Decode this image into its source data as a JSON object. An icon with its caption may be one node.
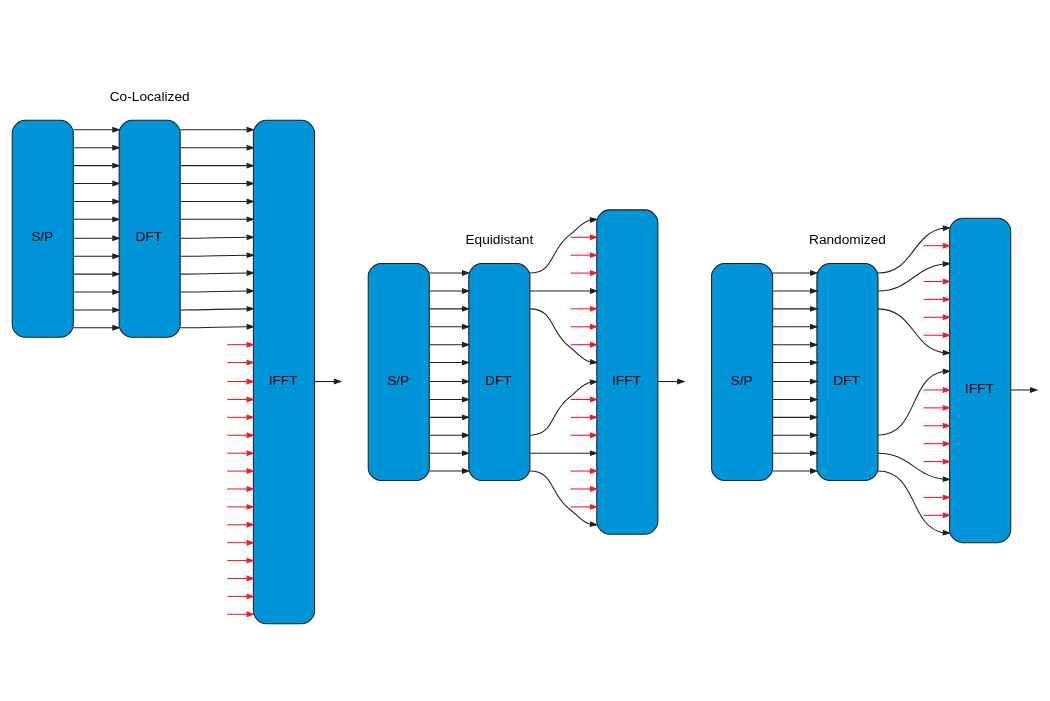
{
  "diagram": {
    "nodes": [
      {
        "text": [
          "S/P"
        ]
      },
      {
        "text": [
          "DFT"
        ]
      },
      {
        "text": [
          "IFFT"
        ]
      },
      {
        "text": [
          "S/P"
        ]
      },
      {
        "text": [
          "DFT"
        ]
      },
      {
        "text": [
          "IFFT"
        ]
      },
      {
        "text": [
          "S/P"
        ]
      },
      {
        "text": [
          "DFT"
        ]
      },
      {
        "text": [
          "IFFT"
        ]
      }
    ],
    "edges": [
      {
        "from": 0,
        "to": 1,
        "arrow": "to"
      },
      {
        "from": 0,
        "to": 1,
        "arrow": "to"
      },
      {
        "from": 0,
        "to": 1,
        "arrow": "to"
      },
      {
        "from": 0,
        "to": 1,
        "arrow": "to"
      },
      {
        "from": 0,
        "to": 1,
        "arrow": "to"
      },
      {
        "from": 0,
        "to": 1,
        "arrow": "to"
      },
      {
        "from": 0,
        "to": 1,
        "arrow": "to"
      },
      {
        "from": 0,
        "to": 1,
        "arrow": "to"
      },
      {
        "from": 0,
        "to": 1,
        "arrow": "to"
      },
      {
        "from": 0,
        "to": 1,
        "arrow": "to"
      },
      {
        "from": 0,
        "to": 1,
        "arrow": "to"
      },
      {
        "from": 0,
        "to": 1,
        "arrow": "to"
      },
      {
        "from": 1,
        "to": 2,
        "arrow": "to"
      },
      {
        "from": 1,
        "to": 2,
        "arrow": "to"
      },
      {
        "from": 1,
        "to": 2,
        "arrow": "to"
      },
      {
        "from": 1,
        "to": 2,
        "arrow": "to"
      },
      {
        "from": 1,
        "to": 2,
        "arrow": "to"
      },
      {
        "from": 1,
        "to": 2,
        "arrow": "to"
      },
      {
        "from": 1,
        "to": 2,
        "arrow": "to"
      },
      {
        "from": 1,
        "to": 2,
        "arrow": "to"
      },
      {
        "from": 1,
        "to": 2,
        "arrow": "to"
      },
      {
        "from": 1,
        "to": 2,
        "arrow": "to"
      },
      {
        "from": 1,
        "to": 2,
        "arrow": "to"
      },
      {
        "from": 1,
        "to": 2,
        "arrow": "to"
      },
      {
        "from": null,
        "to": 2,
        "arrow": "to",
        "color": "#ed1c24"
      },
      {
        "from": null,
        "to": 2,
        "arrow": "to",
        "color": "#ed1c24"
      },
      {
        "from": null,
        "to": 2,
        "arrow": "to",
        "color": "#ed1c24"
      },
      {
        "from": null,
        "to": 2,
        "arrow": "to",
        "color": "#ed1c24"
      },
      {
        "from": null,
        "to": 2,
        "arrow": "to",
        "color": "#ed1c24"
      },
      {
        "from": null,
        "to": 2,
        "arrow": "to",
        "color": "#ed1c24"
      },
      {
        "from": null,
        "to": 2,
        "arrow": "to",
        "color": "#ed1c24"
      },
      {
        "from": null,
        "to": 2,
        "arrow": "to",
        "color": "#ed1c24"
      },
      {
        "from": null,
        "to": 2,
        "arrow": "to",
        "color": "#ed1c24"
      },
      {
        "from": null,
        "to": 2,
        "arrow": "to",
        "color": "#ed1c24"
      },
      {
        "from": null,
        "to": 2,
        "arrow": "to",
        "color": "#ed1c24"
      },
      {
        "from": null,
        "to": 2,
        "arrow": "to",
        "color": "#ed1c24"
      },
      {
        "from": null,
        "to": 2,
        "arrow": "to",
        "color": "#ed1c24"
      },
      {
        "from": null,
        "to": 2,
        "arrow": "to",
        "color": "#ed1c24"
      },
      {
        "from": null,
        "to": 2,
        "arrow": "to",
        "color": "#ed1c24"
      },
      {
        "from": null,
        "to": 2,
        "arrow": "to",
        "color": "#ed1c24"
      },
      {
        "from": 2,
        "to": null,
        "arrow": "to"
      },
      {
        "from": 3,
        "to": 4,
        "arrow": "to"
      },
      {
        "from": 3,
        "to": 4,
        "arrow": "to"
      },
      {
        "from": 3,
        "to": 4,
        "arrow": "to"
      },
      {
        "from": 3,
        "to": 4,
        "arrow": "to"
      },
      {
        "from": 3,
        "to": 4,
        "arrow": "to"
      },
      {
        "from": 3,
        "to": 4,
        "arrow": "to"
      },
      {
        "from": 3,
        "to": 4,
        "arrow": "to"
      },
      {
        "from": 3,
        "to": 4,
        "arrow": "to"
      },
      {
        "from": 3,
        "to": 4,
        "arrow": "to"
      },
      {
        "from": 3,
        "to": 4,
        "arrow": "to"
      },
      {
        "from": 3,
        "to": 4,
        "arrow": "to"
      },
      {
        "from": 3,
        "to": 4,
        "arrow": "to"
      },
      {
        "from": 4,
        "to": 5,
        "arrow": "to"
      },
      {
        "from": null,
        "to": 5,
        "arrow": "to",
        "color": "#ed1c24"
      },
      {
        "from": null,
        "to": 5,
        "arrow": "to",
        "color": "#ed1c24"
      },
      {
        "from": null,
        "to": 5,
        "arrow": "to",
        "color": "#ed1c24"
      },
      {
        "from": 4,
        "to": 5,
        "arrow": "to"
      },
      {
        "from": null,
        "to": 5,
        "arrow": "to",
        "color": "#ed1c24"
      },
      {
        "from": null,
        "to": 5,
        "arrow": "to",
        "color": "#ed1c24"
      },
      {
        "from": null,
        "to": 5,
        "arrow": "to",
        "color": "#ed1c24"
      },
      {
        "from": 4,
        "to": 5,
        "arrow": "to"
      },
      {
        "from": 4,
        "to": 5,
        "arrow": "to"
      },
      {
        "from": null,
        "to": 5,
        "arrow": "to",
        "color": "#ed1c24"
      },
      {
        "from": null,
        "to": 5,
        "arrow": "to",
        "color": "#ed1c24"
      },
      {
        "from": null,
        "to": 5,
        "arrow": "to",
        "color": "#ed1c24"
      },
      {
        "from": 4,
        "to": 5,
        "arrow": "to"
      },
      {
        "from": null,
        "to": 5,
        "arrow": "to",
        "color": "#ed1c24"
      },
      {
        "from": null,
        "to": 5,
        "arrow": "to",
        "color": "#ed1c24"
      },
      {
        "from": null,
        "to": 5,
        "arrow": "to",
        "color": "#ed1c24"
      },
      {
        "from": 4,
        "to": 5,
        "arrow": "to"
      },
      {
        "from": 5,
        "to": null,
        "arrow": "to"
      },
      {
        "from": 6,
        "to": 7,
        "arrow": "to"
      },
      {
        "from": 6,
        "to": 7,
        "arrow": "to"
      },
      {
        "from": 6,
        "to": 7,
        "arrow": "to"
      },
      {
        "from": 6,
        "to": 7,
        "arrow": "to"
      },
      {
        "from": 6,
        "to": 7,
        "arrow": "to"
      },
      {
        "from": 6,
        "to": 7,
        "arrow": "to"
      },
      {
        "from": 6,
        "to": 7,
        "arrow": "to"
      },
      {
        "from": 6,
        "to": 7,
        "arrow": "to"
      },
      {
        "from": 6,
        "to": 7,
        "arrow": "to"
      },
      {
        "from": 6,
        "to": 7,
        "arrow": "to"
      },
      {
        "from": 6,
        "to": 7,
        "arrow": "to"
      },
      {
        "from": 6,
        "to": 7,
        "arrow": "to"
      },
      {
        "from": 7,
        "to": 8,
        "arrow": "to"
      },
      {
        "from": null,
        "to": 8,
        "arrow": "to",
        "color": "#ed1c24"
      },
      {
        "from": 7,
        "to": 8,
        "arrow": "to"
      },
      {
        "from": null,
        "to": 8,
        "arrow": "to",
        "color": "#ed1c24"
      },
      {
        "from": null,
        "to": 8,
        "arrow": "to",
        "color": "#ed1c24"
      },
      {
        "from": null,
        "to": 8,
        "arrow": "to",
        "color": "#ed1c24"
      },
      {
        "from": null,
        "to": 8,
        "arrow": "to",
        "color": "#ed1c24"
      },
      {
        "from": 7,
        "to": 8,
        "arrow": "to"
      },
      {
        "from": 7,
        "to": 8,
        "arrow": "to"
      },
      {
        "from": null,
        "to": 8,
        "arrow": "to",
        "color": "#ed1c24"
      },
      {
        "from": null,
        "to": 8,
        "arrow": "to",
        "color": "#ed1c24"
      },
      {
        "from": null,
        "to": 8,
        "arrow": "to",
        "color": "#ed1c24"
      },
      {
        "from": null,
        "to": 8,
        "arrow": "to",
        "color": "#ed1c24"
      },
      {
        "from": null,
        "to": 8,
        "arrow": "to",
        "color": "#ed1c24"
      },
      {
        "from": 7,
        "to": 8,
        "arrow": "to"
      },
      {
        "from": null,
        "to": 8,
        "arrow": "to",
        "color": "#ed1c24"
      },
      {
        "from": null,
        "to": 8,
        "arrow": "to",
        "color": "#ed1c24"
      },
      {
        "from": 7,
        "to": 8,
        "arrow": "to"
      },
      {
        "from": 8,
        "to": null,
        "arrow": "to"
      }
    ],
    "labels": [
      "Co-Localized",
      "Equidistant",
      "Randomized"
    ]
  }
}
